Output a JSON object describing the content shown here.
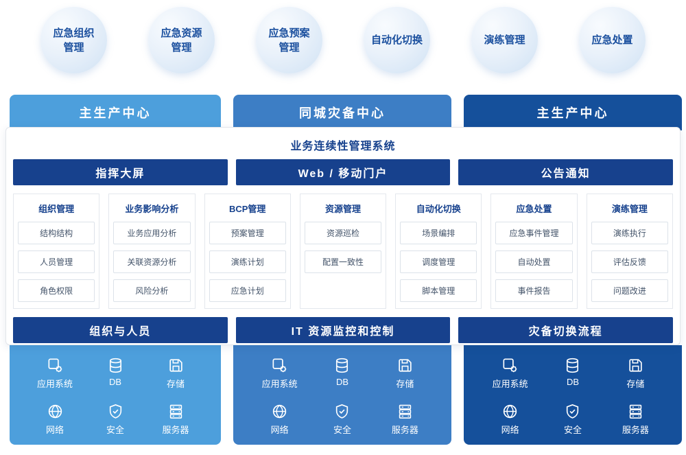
{
  "colors": {
    "bubble_text": "#1A4F9E",
    "center_left": "#4D9FDC",
    "center_middle": "#3D7EC5",
    "center_right": "#15509B",
    "inner_bar": "#17418D",
    "panel_title_text": "#16418D"
  },
  "bubbles": [
    {
      "line1": "应急组织",
      "line2": "管理"
    },
    {
      "line1": "应急资源",
      "line2": "管理"
    },
    {
      "line1": "应急预案",
      "line2": "管理"
    },
    {
      "line1": "自动化切换",
      "line2": ""
    },
    {
      "line1": "演练管理",
      "line2": ""
    },
    {
      "line1": "应急处置",
      "line2": ""
    }
  ],
  "centers": [
    "主生产中心",
    "同城灾备中心",
    "主生产中心"
  ],
  "system": {
    "title": "业务连续性管理系统",
    "top_bars": [
      "指挥大屏",
      "Web / 移动门户",
      "公告通知"
    ],
    "columns": [
      {
        "title": "组织管理",
        "items": [
          "结构结构",
          "人员管理",
          "角色权限"
        ]
      },
      {
        "title": "业务影响分析",
        "items": [
          "业务应用分析",
          "关联资源分析",
          "风险分析"
        ]
      },
      {
        "title": "BCP管理",
        "items": [
          "预案管理",
          "演练计划",
          "应急计划"
        ]
      },
      {
        "title": "资源管理",
        "items": [
          "资源巡检",
          "配置一致性"
        ]
      },
      {
        "title": "自动化切换",
        "items": [
          "场景编排",
          "调度管理",
          "脚本管理"
        ]
      },
      {
        "title": "应急处置",
        "items": [
          "应急事件管理",
          "自动处置",
          "事件报告"
        ]
      },
      {
        "title": "演练管理",
        "items": [
          "演练执行",
          "评估反馈",
          "问题改进"
        ]
      }
    ],
    "bottom_bars": [
      "组织与人员",
      "IT 资源监控和控制",
      "灾备切换流程"
    ]
  },
  "infra": {
    "items": [
      {
        "icon": "app-system-icon",
        "label": "应用系统"
      },
      {
        "icon": "database-icon",
        "label": "DB"
      },
      {
        "icon": "storage-icon",
        "label": "存储"
      },
      {
        "icon": "network-icon",
        "label": "网络"
      },
      {
        "icon": "security-icon",
        "label": "安全"
      },
      {
        "icon": "server-icon",
        "label": "服务器"
      }
    ]
  }
}
